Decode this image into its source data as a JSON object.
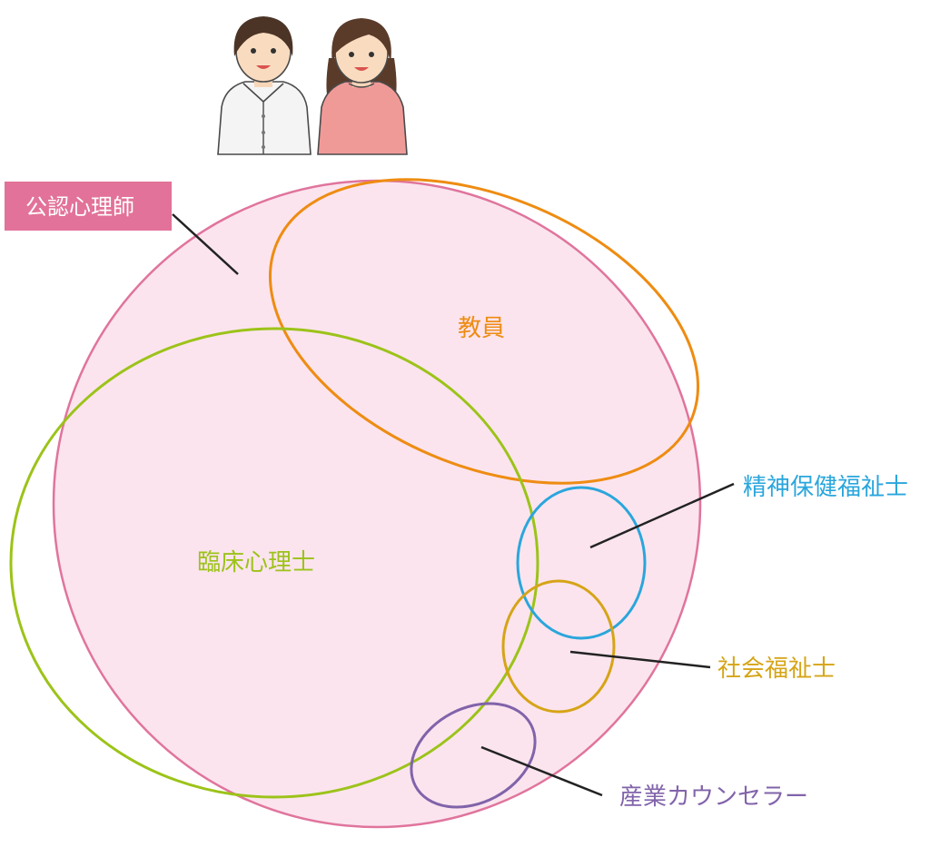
{
  "diagram": {
    "main_label": "公認心理師",
    "labels": {
      "teacher": "教員",
      "clinical": "臨床心理士",
      "psw": "精神保健福祉士",
      "social": "社会福祉士",
      "industrial": "産業カウンセラー"
    },
    "colors": {
      "main_fill": "#fbe4ee",
      "main_stroke": "#e0749c",
      "badge_fill": "#e27299",
      "teacher": "#ee8c12",
      "clinical": "#9cc319",
      "psw": "#2aa6dc",
      "social": "#d6a416",
      "industrial": "#8163aa"
    }
  }
}
